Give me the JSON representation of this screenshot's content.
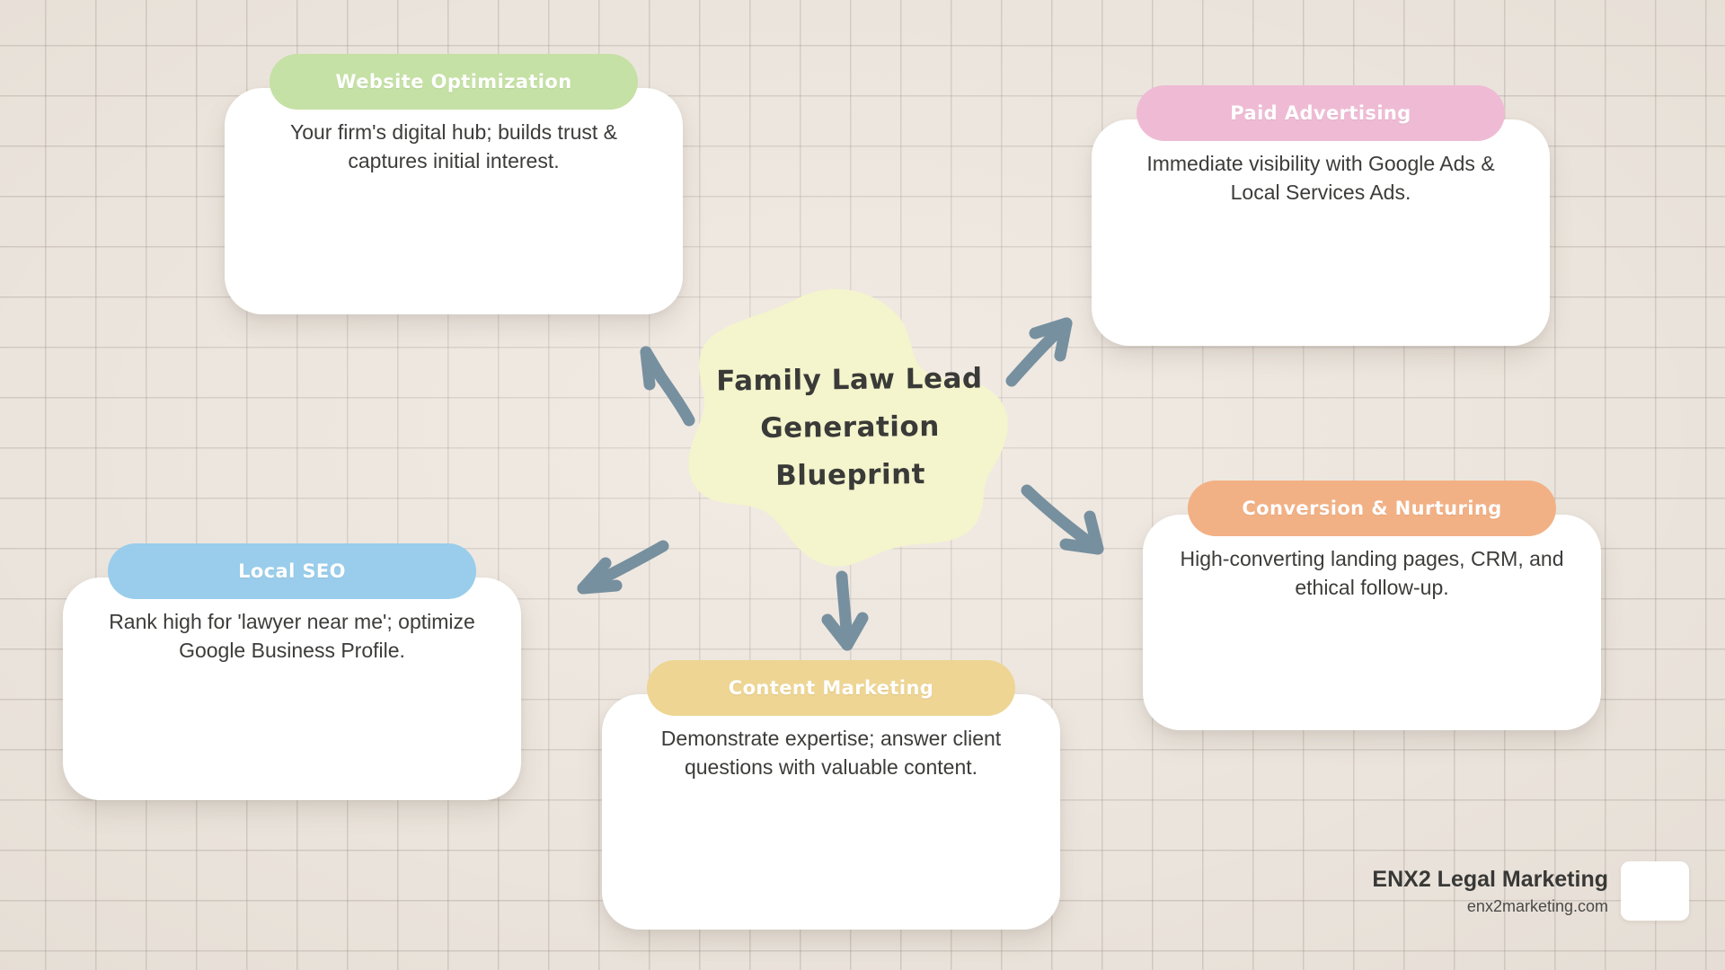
{
  "center": {
    "lines": [
      "Family Law Lead",
      "Generation",
      "Blueprint"
    ],
    "fill": "#F4F4CD"
  },
  "nodes": [
    {
      "key": "website",
      "title": "Website Optimization",
      "description": "Your firm's digital hub; builds trust & captures initial interest.",
      "color": "#C5E1A5"
    },
    {
      "key": "paid",
      "title": "Paid Advertising",
      "description": "Immediate visibility with Google Ads & Local Services Ads.",
      "color": "#EFBBD4"
    },
    {
      "key": "conversion",
      "title": "Conversion & Nurturing",
      "description": "High-converting landing pages, CRM, and ethical follow-up.",
      "color": "#F2B185"
    },
    {
      "key": "seo",
      "title": "Local SEO",
      "description": "Rank high for 'lawyer near me'; optimize Google Business Profile.",
      "color": "#99CDEB"
    },
    {
      "key": "content",
      "title": "Content Marketing",
      "description": "Demonstrate expertise; answer client questions with valuable content.",
      "color": "#EED593"
    }
  ],
  "arrows": {
    "color": "#77909F",
    "items": [
      {
        "name": "arrow-to-website",
        "direction": "up-left"
      },
      {
        "name": "arrow-to-paid-advertising",
        "direction": "up-right"
      },
      {
        "name": "arrow-to-conversion",
        "direction": "down-right"
      },
      {
        "name": "arrow-to-local-seo",
        "direction": "down-left"
      },
      {
        "name": "arrow-to-content-marketing",
        "direction": "down"
      }
    ]
  },
  "branding": {
    "name": "ENX2 Legal Marketing",
    "url": "enx2marketing.com"
  },
  "theme": {
    "background": "#EAE3DB",
    "grid_line": "#96867E",
    "card_background": "#FFFFFF",
    "body_text": "#3C3C3A",
    "title_text": "#FFFFFF"
  }
}
